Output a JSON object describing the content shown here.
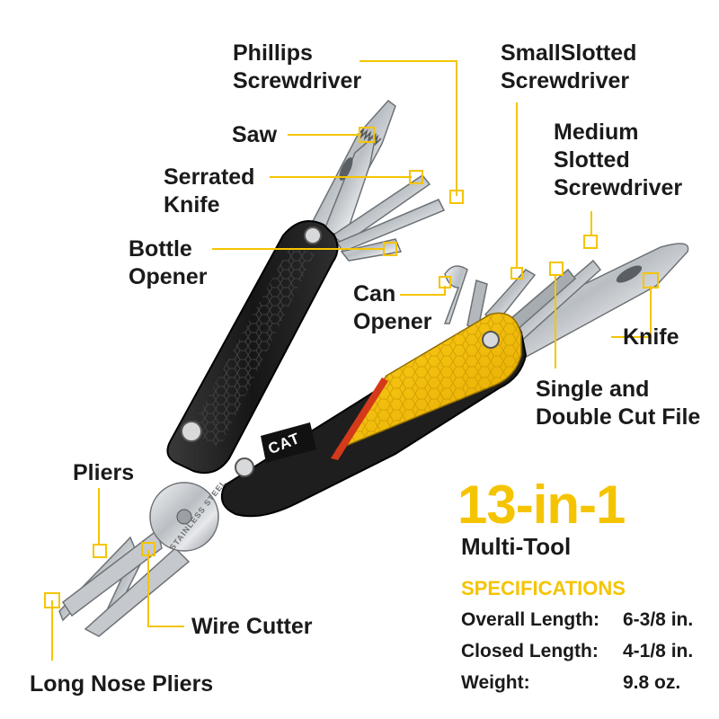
{
  "labels": {
    "phillips": [
      "Phillips",
      "Screwdriver"
    ],
    "saw": "Saw",
    "serrated_knife": [
      "Serrated",
      "Knife"
    ],
    "bottle_opener": [
      "Bottle",
      "Opener"
    ],
    "can_opener": [
      "Can",
      "Opener"
    ],
    "small_slotted": [
      "SmallSlotted",
      "Screwdriver"
    ],
    "medium_slotted": [
      "Medium",
      "Slotted",
      "Screwdriver"
    ],
    "knife": "Knife",
    "file": [
      "Single and",
      "Double Cut File"
    ],
    "pliers": "Pliers",
    "wire_cutter": "Wire Cutter",
    "long_nose_pliers": "Long Nose Pliers"
  },
  "product": {
    "headline": "13-in-1",
    "subhead": "Multi-Tool",
    "brand_logo": "CAT",
    "stamp_text": "STAINLESS STEEL"
  },
  "specs": {
    "title": "SPECIFICATIONS",
    "rows": [
      {
        "label": "Overall Length:",
        "value": "6-3/8 in."
      },
      {
        "label": "Closed Length:",
        "value": "4-1/8 in."
      },
      {
        "label": "Weight:",
        "value": "9.8 oz."
      }
    ]
  },
  "colors": {
    "accent": "#f5c400",
    "handle_black": "#1c1c1c",
    "steel": "#c9cdd1",
    "text": "#1a1a1a"
  }
}
